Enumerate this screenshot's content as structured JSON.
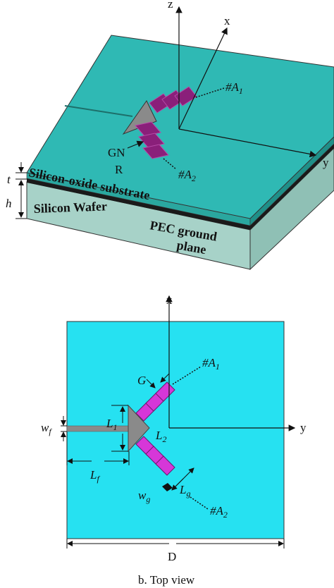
{
  "colors": {
    "substrate_top": "#2fb9b4",
    "substrate_side_left": "#2aa79f",
    "wafer_side": "#a7d2c8",
    "ground_plane": "#1a1a1a",
    "antenna_3d": "#8a1f7a",
    "top_view_field": "#26e1f1",
    "antenna_top": "#d637d8",
    "feed_triangle": "#8a8a8a"
  },
  "perspective_view": {
    "axis_z": "z",
    "axis_x": "x",
    "axis_y": "y",
    "label_a1": "#A",
    "label_a1_sub": "1",
    "label_a2": "#A",
    "label_a2_sub": "2",
    "label_gnd_line1": "GN",
    "label_gnd_line2": "R",
    "label_t": "t",
    "label_h": "h",
    "layer_oxide": "Silicon-oxide substrate",
    "layer_wafer": "Silicon Wafer",
    "ground_line1": "PEC ground",
    "ground_line2": "plane"
  },
  "top_view": {
    "axis_x": "x",
    "axis_y": "y",
    "label_a1": "#A",
    "label_a1_sub": "1",
    "label_a2": "#A",
    "label_a2_sub": "2",
    "label_G": "G",
    "label_L1": "L",
    "label_L1_sub": "1",
    "label_L2": "L",
    "label_L2_sub": "2",
    "label_Lf": "L",
    "label_Lf_sub": "f",
    "label_Lg": "L",
    "label_Lg_sub": "g",
    "label_wf": "w",
    "label_wf_sub": "f",
    "label_wg": "w",
    "label_wg_sub": "g",
    "label_D": "D",
    "caption": "b. Top view"
  }
}
